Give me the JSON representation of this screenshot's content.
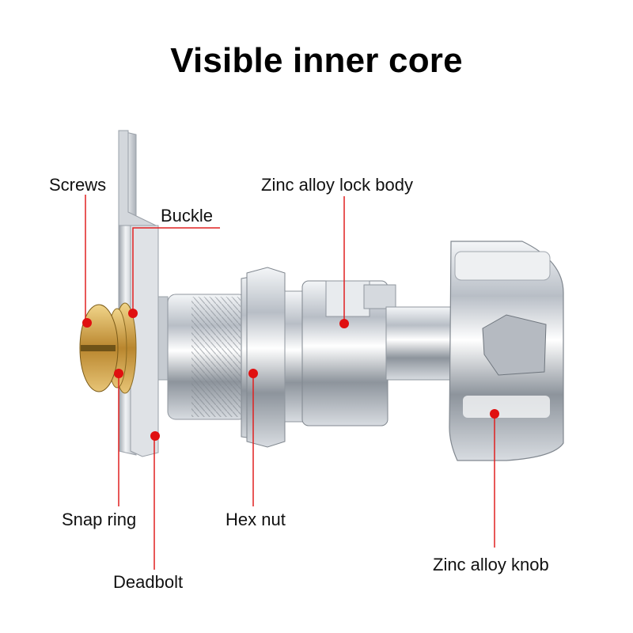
{
  "title": "Visible inner core",
  "colors": {
    "leader_line": "#e02020",
    "marker_dot": "#e01010",
    "chrome": "#c9ced6",
    "brass": "#c8a04a"
  },
  "labels": {
    "screws": "Screws",
    "buckle": "Buckle",
    "lock_body": "Zinc alloy lock body",
    "snap_ring": "Snap ring",
    "hex_nut": "Hex nut",
    "knob": "Zinc alloy knob",
    "deadbolt": "Deadbolt"
  }
}
